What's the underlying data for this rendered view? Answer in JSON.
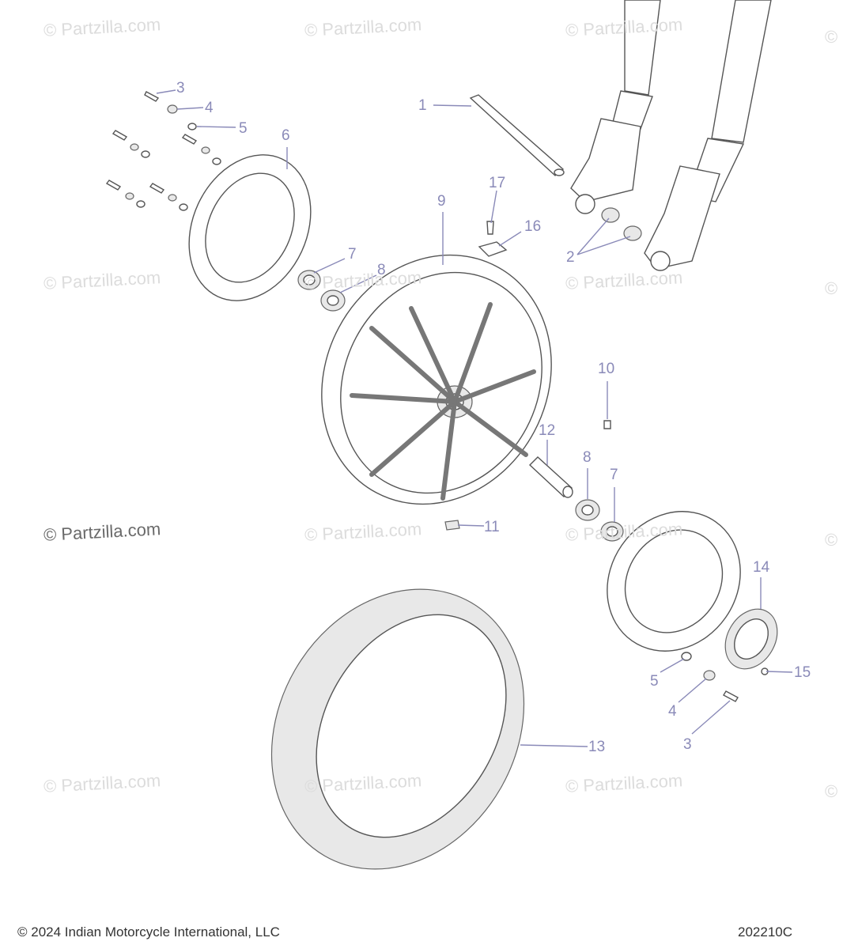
{
  "watermarks": [
    {
      "text": "© Partzilla.com",
      "emph": false
    },
    {
      "text": "© Partzilla.com",
      "emph": false
    },
    {
      "text": "© Partzilla.com",
      "emph": false
    },
    {
      "text": "©",
      "emph": false
    },
    {
      "text": "© Partzilla.com",
      "emph": false
    },
    {
      "text": "© Partzilla.com",
      "emph": false
    },
    {
      "text": "© Partzilla.com",
      "emph": false
    },
    {
      "text": "©",
      "emph": false
    },
    {
      "text": "© Partzilla.com",
      "emph": true
    },
    {
      "text": "© Partzilla.com",
      "emph": false
    },
    {
      "text": "© Partzilla.com",
      "emph": false
    },
    {
      "text": "©",
      "emph": false
    },
    {
      "text": "© Partzilla.com",
      "emph": false
    },
    {
      "text": "© Partzilla.com",
      "emph": false
    },
    {
      "text": "© Partzilla.com",
      "emph": false
    },
    {
      "text": "©",
      "emph": false
    }
  ],
  "callouts": [
    "1",
    "2",
    "3",
    "4",
    "5",
    "6",
    "7",
    "8",
    "9",
    "10",
    "11",
    "12",
    "13",
    "14",
    "15",
    "16",
    "17",
    "3",
    "4",
    "5",
    "7",
    "8"
  ],
  "footer": {
    "copyright": "© 2024 Indian Motorcycle International, LLC",
    "diagram_code": "202210C"
  },
  "colors": {
    "callout": "#8a8ab8",
    "watermark": "#dcdcdc",
    "line_art": "#555555"
  }
}
